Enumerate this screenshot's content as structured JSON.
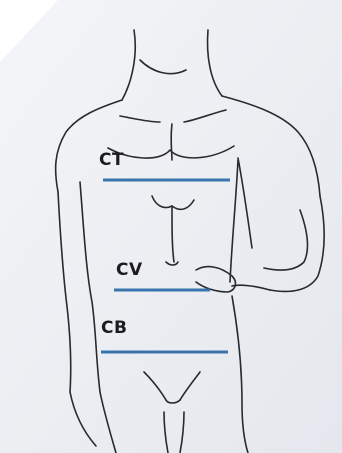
{
  "diagram": {
    "labels": {
      "chest": "CT",
      "waist": "CV",
      "hip": "CB"
    },
    "colors": {
      "background": "#eceef2",
      "outline": "#2a2a2e",
      "measure_line": "#3a74ad",
      "label_text": "#1c1c20"
    }
  }
}
